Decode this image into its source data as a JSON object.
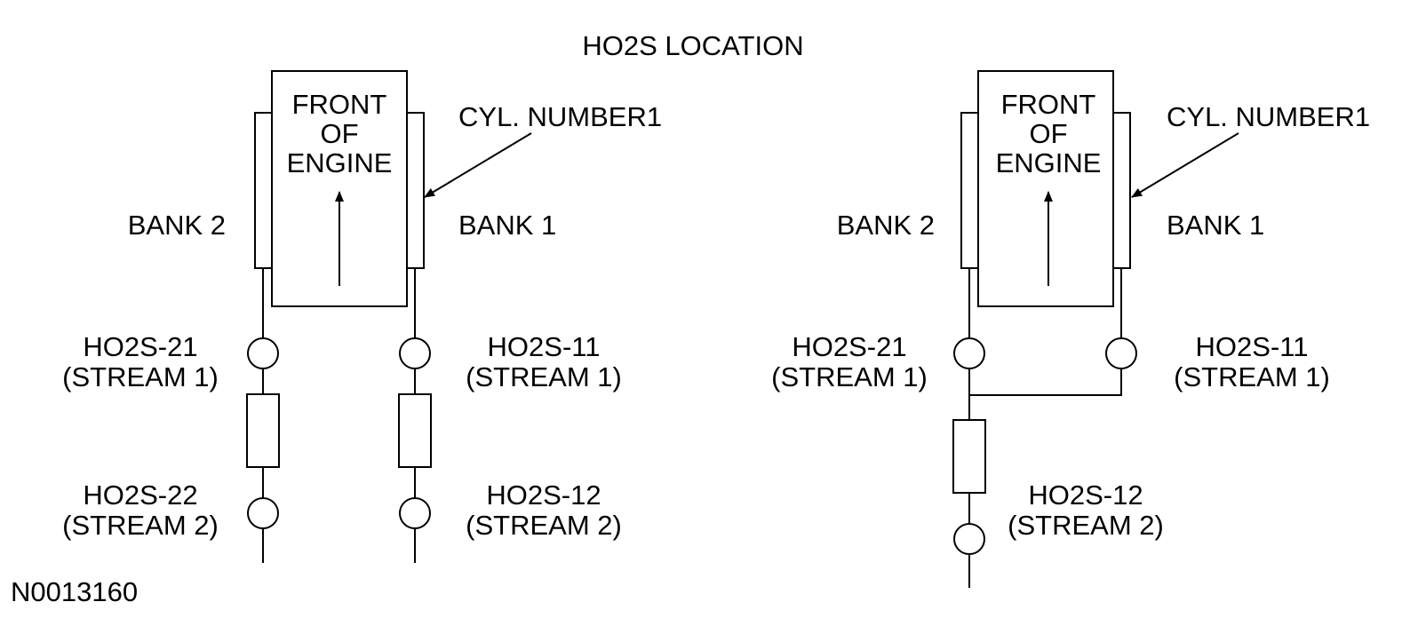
{
  "title": "HO2S LOCATION",
  "figure_id": "N0013160",
  "line_color": "#000000",
  "background_color": "#ffffff",
  "left_config": {
    "engine_label": [
      "FRONT",
      "OF",
      "ENGINE"
    ],
    "cylinder_label": "CYL. NUMBER1",
    "bank2_label": "BANK 2",
    "bank1_label": "BANK 1",
    "sensors": {
      "ho2s_21": [
        "HO2S-21",
        "(STREAM 1)"
      ],
      "ho2s_22": [
        "HO2S-22",
        "(STREAM 2)"
      ],
      "ho2s_11": [
        "HO2S-11",
        "(STREAM 1)"
      ],
      "ho2s_12": [
        "HO2S-12",
        "(STREAM 2)"
      ]
    }
  },
  "right_config": {
    "engine_label": [
      "FRONT",
      "OF",
      "ENGINE"
    ],
    "cylinder_label": "CYL. NUMBER1",
    "bank2_label": "BANK 2",
    "bank1_label": "BANK 1",
    "sensors": {
      "ho2s_21": [
        "HO2S-21",
        "(STREAM 1)"
      ],
      "ho2s_11": [
        "HO2S-11",
        "(STREAM 1)"
      ],
      "ho2s_12": [
        "HO2S-12",
        "(STREAM 2)"
      ]
    }
  }
}
